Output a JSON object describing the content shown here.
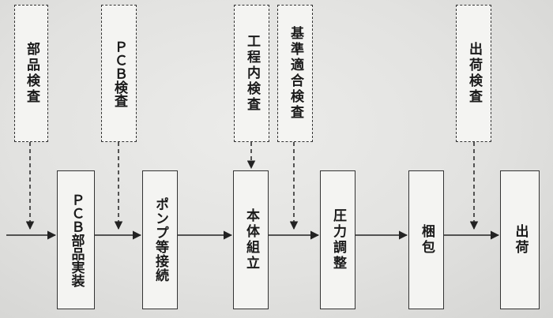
{
  "inspections": {
    "parts": "部品検査",
    "pcb": "ＰＣＢ検査",
    "in_process": "工程内検査",
    "standard": "基準適合検査",
    "shipping": "出荷検査"
  },
  "processes": {
    "pcb_mount": "ＰＣＢ部品実装",
    "pump_connect": "ポンプ等接続",
    "assembly": "本体組立",
    "pressure": "圧力調整",
    "packing": "梱包",
    "ship": "出荷"
  }
}
